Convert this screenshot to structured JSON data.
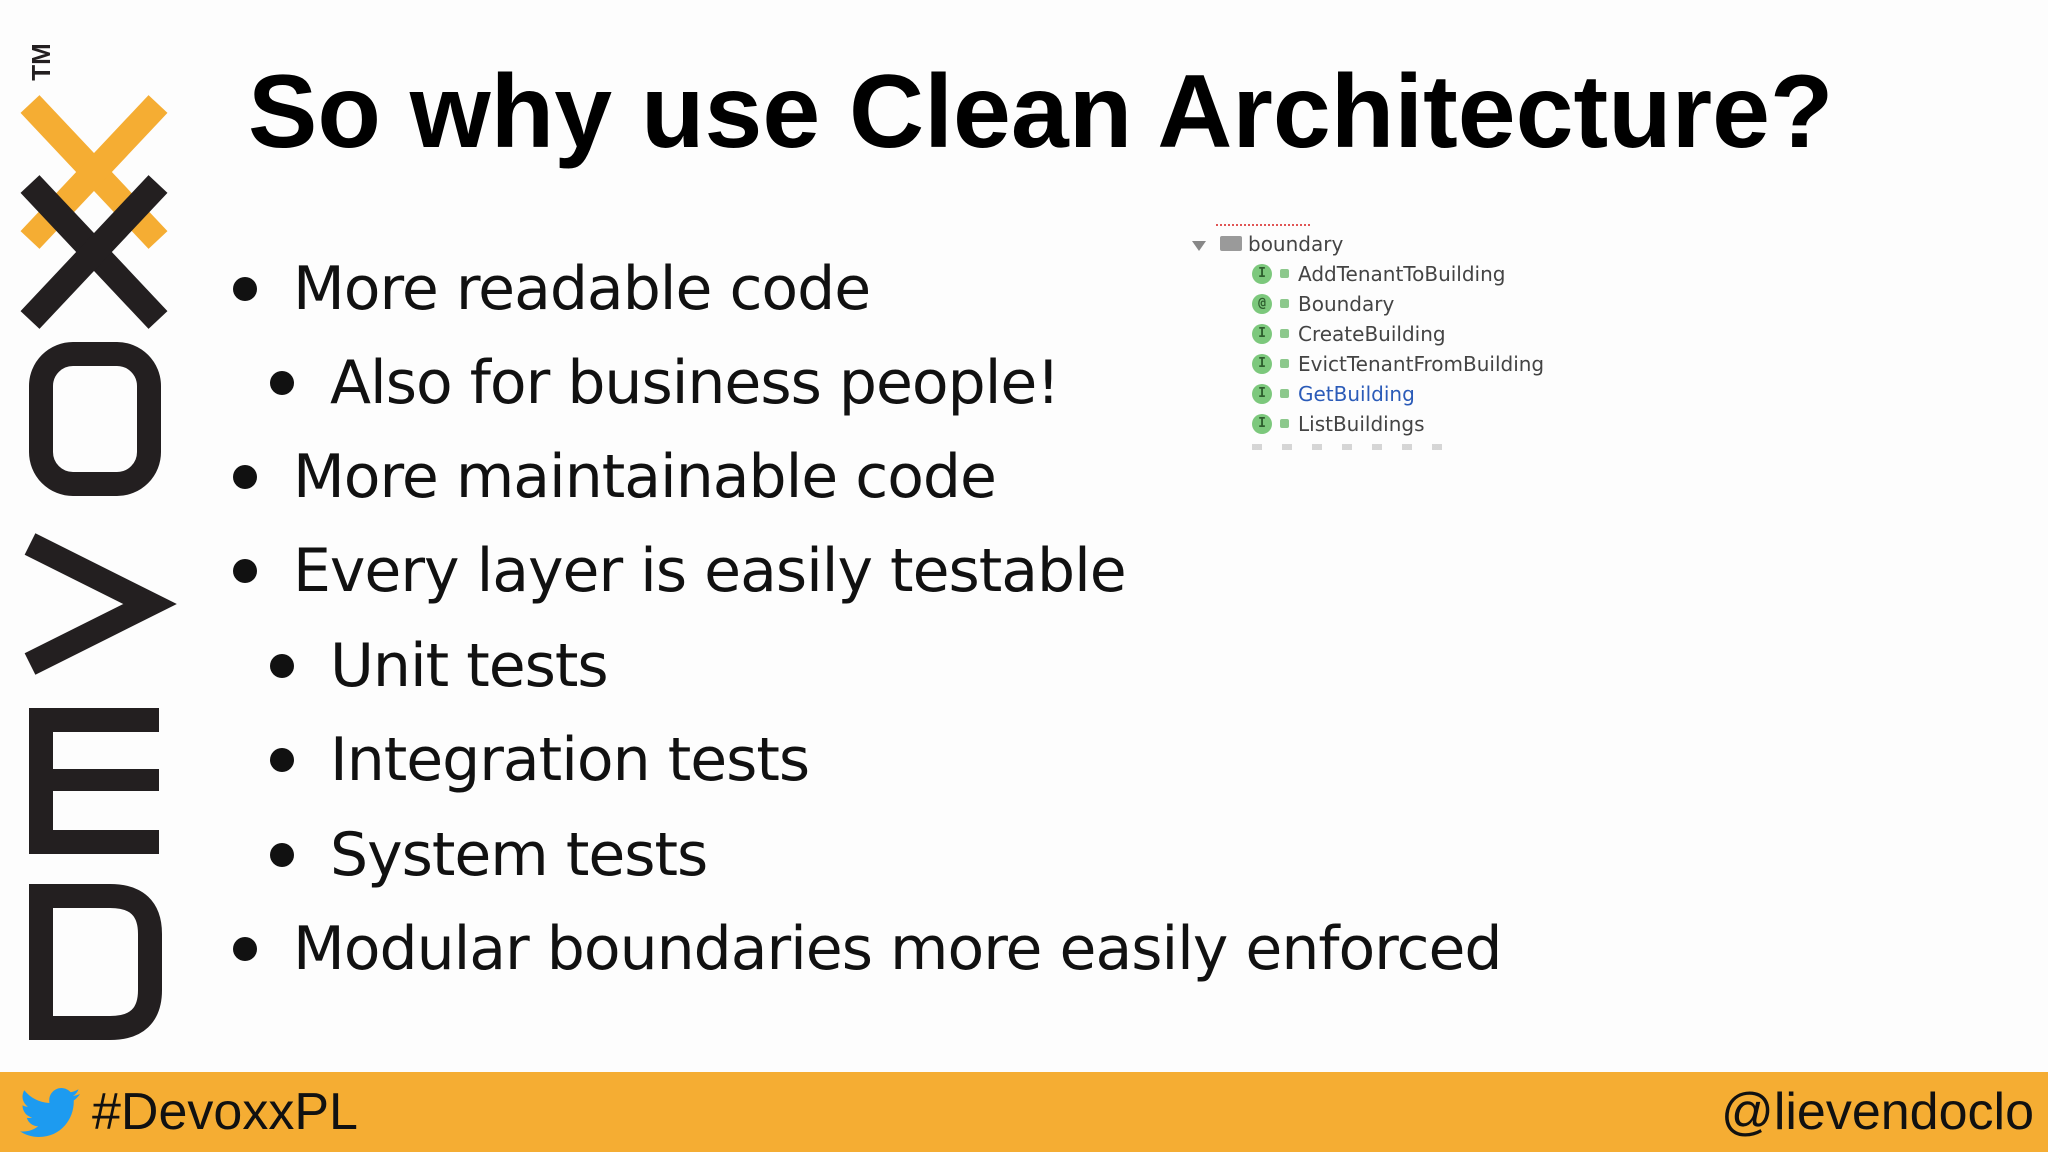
{
  "slide": {
    "title": "So why use Clean Architecture?",
    "logo_text": "DEVOXX",
    "trademark": "TM",
    "bullets": [
      {
        "text": "More readable code",
        "level": 1
      },
      {
        "text": "Also for business people!",
        "level": 2
      },
      {
        "text": "More maintainable code",
        "level": 1
      },
      {
        "text": "Every layer is easily testable",
        "level": 1
      },
      {
        "text": "Unit tests",
        "level": 2
      },
      {
        "text": "Integration tests",
        "level": 2
      },
      {
        "text": "System tests",
        "level": 2
      },
      {
        "text": "Modular boundaries more easily enforced",
        "level": 1
      }
    ]
  },
  "project_tree": {
    "folder": "boundary",
    "items": [
      {
        "badge": "I",
        "name": "AddTenantToBuilding",
        "selected": false
      },
      {
        "badge": "@",
        "name": "Boundary",
        "selected": false
      },
      {
        "badge": "I",
        "name": "CreateBuilding",
        "selected": false
      },
      {
        "badge": "I",
        "name": "EvictTenantFromBuilding",
        "selected": false
      },
      {
        "badge": "I",
        "name": "GetBuilding",
        "selected": true
      },
      {
        "badge": "I",
        "name": "ListBuildings",
        "selected": false
      }
    ]
  },
  "footer": {
    "hashtag": "#DevoxxPL",
    "handle": "@lievendoclo",
    "icon": "twitter-bird-icon"
  },
  "colors": {
    "accent": "#f5ad33",
    "logo_dark": "#231f20",
    "badge_green": "#7cc87c",
    "selected_blue": "#2b5bb8"
  }
}
